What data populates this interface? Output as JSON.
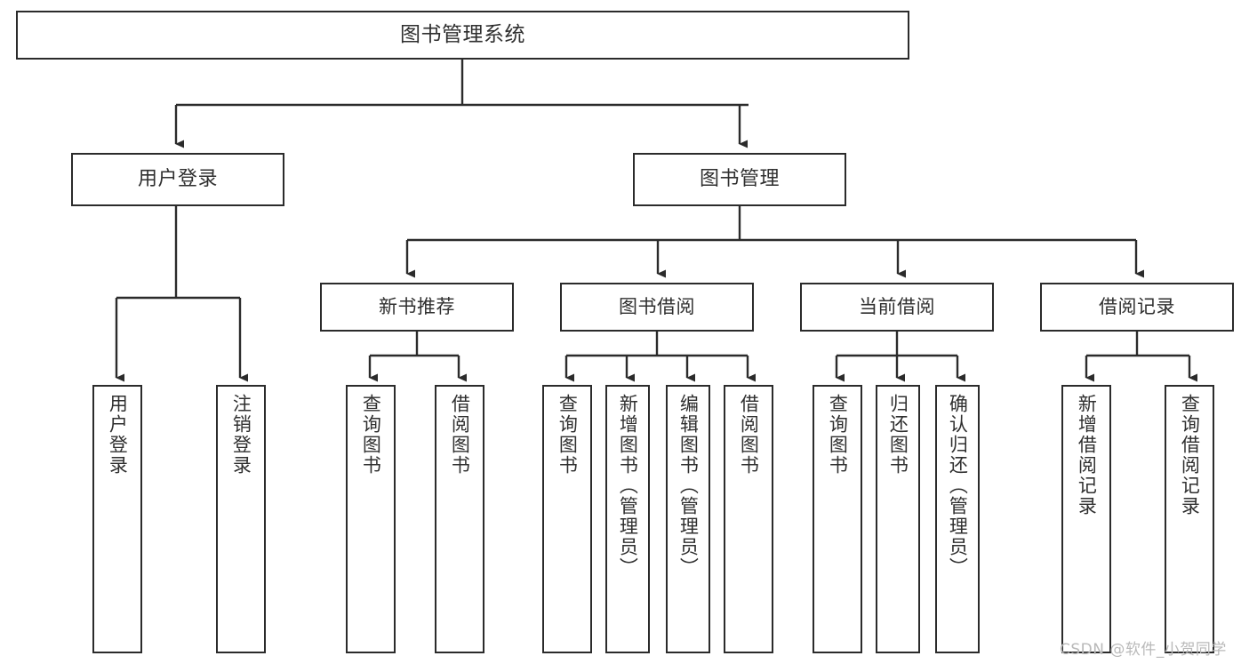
{
  "diagram": {
    "title": "图书管理系统",
    "type": "tree-hierarchy",
    "background_color": "#ffffff",
    "border_color": "#2b2b2b",
    "text_color": "#2f2f2f",
    "connector_color": "#2b2b2b"
  },
  "root": {
    "label": "图书管理系统"
  },
  "level1": [
    {
      "label": "用户登录"
    },
    {
      "label": "图书管理"
    }
  ],
  "level2": [
    {
      "label": "新书推荐"
    },
    {
      "label": "图书借阅"
    },
    {
      "label": "当前借阅"
    },
    {
      "label": "借阅记录"
    }
  ],
  "leaves": [
    {
      "label": "用户登录",
      "parent": "用户登录"
    },
    {
      "label": "注销登录",
      "parent": "用户登录"
    },
    {
      "label": "查询图书",
      "parent": "新书推荐"
    },
    {
      "label": "借阅图书",
      "parent": "新书推荐"
    },
    {
      "label": "查询图书",
      "parent": "图书借阅"
    },
    {
      "label": "新增图书（管理员）",
      "parent": "图书借阅"
    },
    {
      "label": "编辑图书（管理员）",
      "parent": "图书借阅"
    },
    {
      "label": "借阅图书",
      "parent": "图书借阅"
    },
    {
      "label": "查询图书",
      "parent": "当前借阅"
    },
    {
      "label": "归还图书",
      "parent": "当前借阅"
    },
    {
      "label": "确认归还（管理员）",
      "parent": "当前借阅"
    },
    {
      "label": "新增借阅记录",
      "parent": "借阅记录"
    },
    {
      "label": "查询借阅记录",
      "parent": "借阅记录"
    }
  ],
  "watermark": {
    "text": "CSDN @软件_小贺同学"
  }
}
